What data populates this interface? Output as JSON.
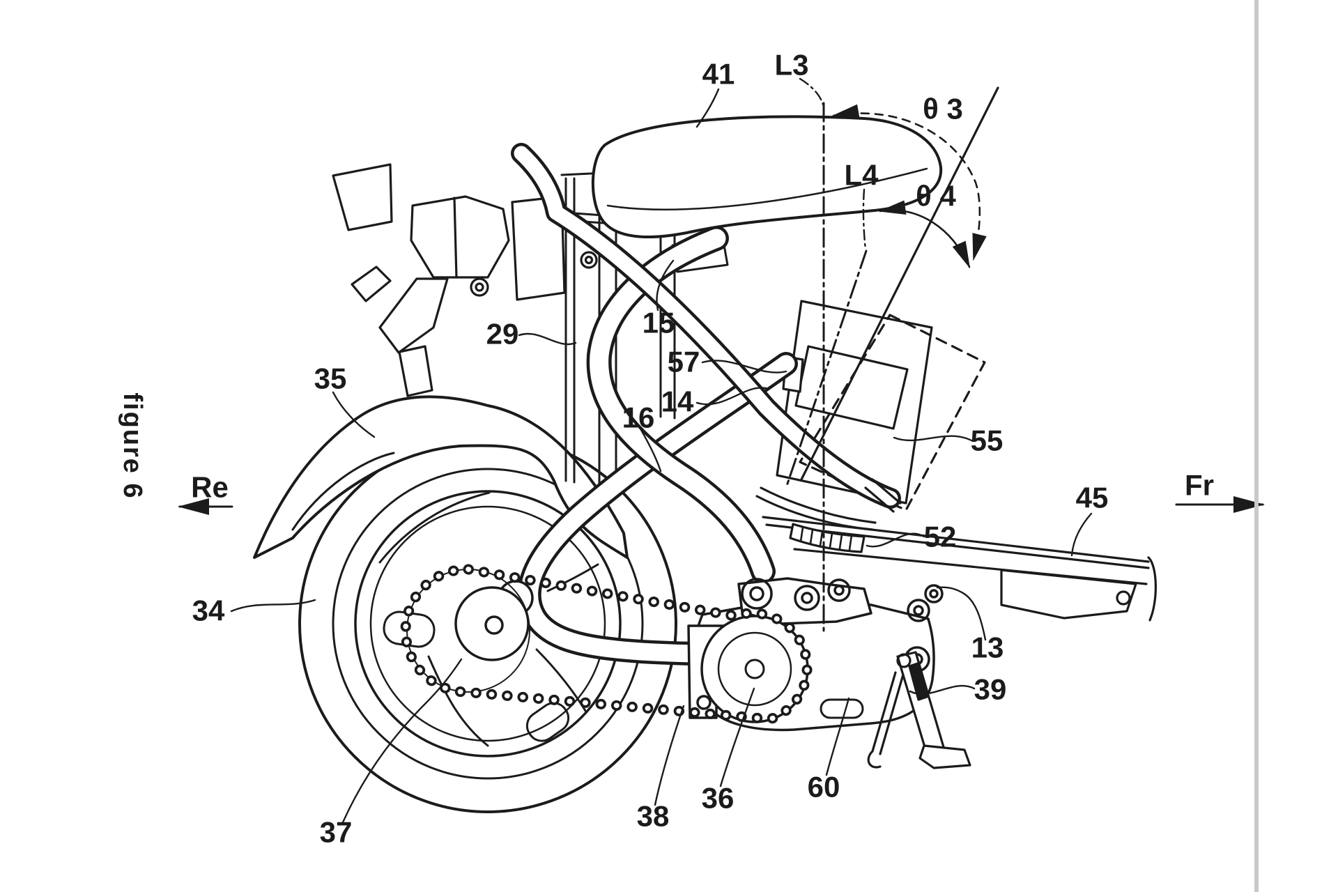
{
  "figure": {
    "caption": "figure 6"
  },
  "direction_markers": {
    "rear": "Re",
    "front": "Fr"
  },
  "reference_lines": {
    "l3": "L3",
    "l4": "L4"
  },
  "angle_labels": {
    "theta3": "θ 3",
    "theta4": "θ 4"
  },
  "part_labels": {
    "n13": "13",
    "n14": "14",
    "n15": "15",
    "n16": "16",
    "n29": "29",
    "n34": "34",
    "n35": "35",
    "n36": "36",
    "n37": "37",
    "n38": "38",
    "n39": "39",
    "n41": "41",
    "n45": "45",
    "n52": "52",
    "n55": "55",
    "n57": "57",
    "n60": "60"
  },
  "drawing": {
    "line_color": "#1b1b1b",
    "background": "#ffffff",
    "page_edge_color": "#c9c9c9"
  }
}
